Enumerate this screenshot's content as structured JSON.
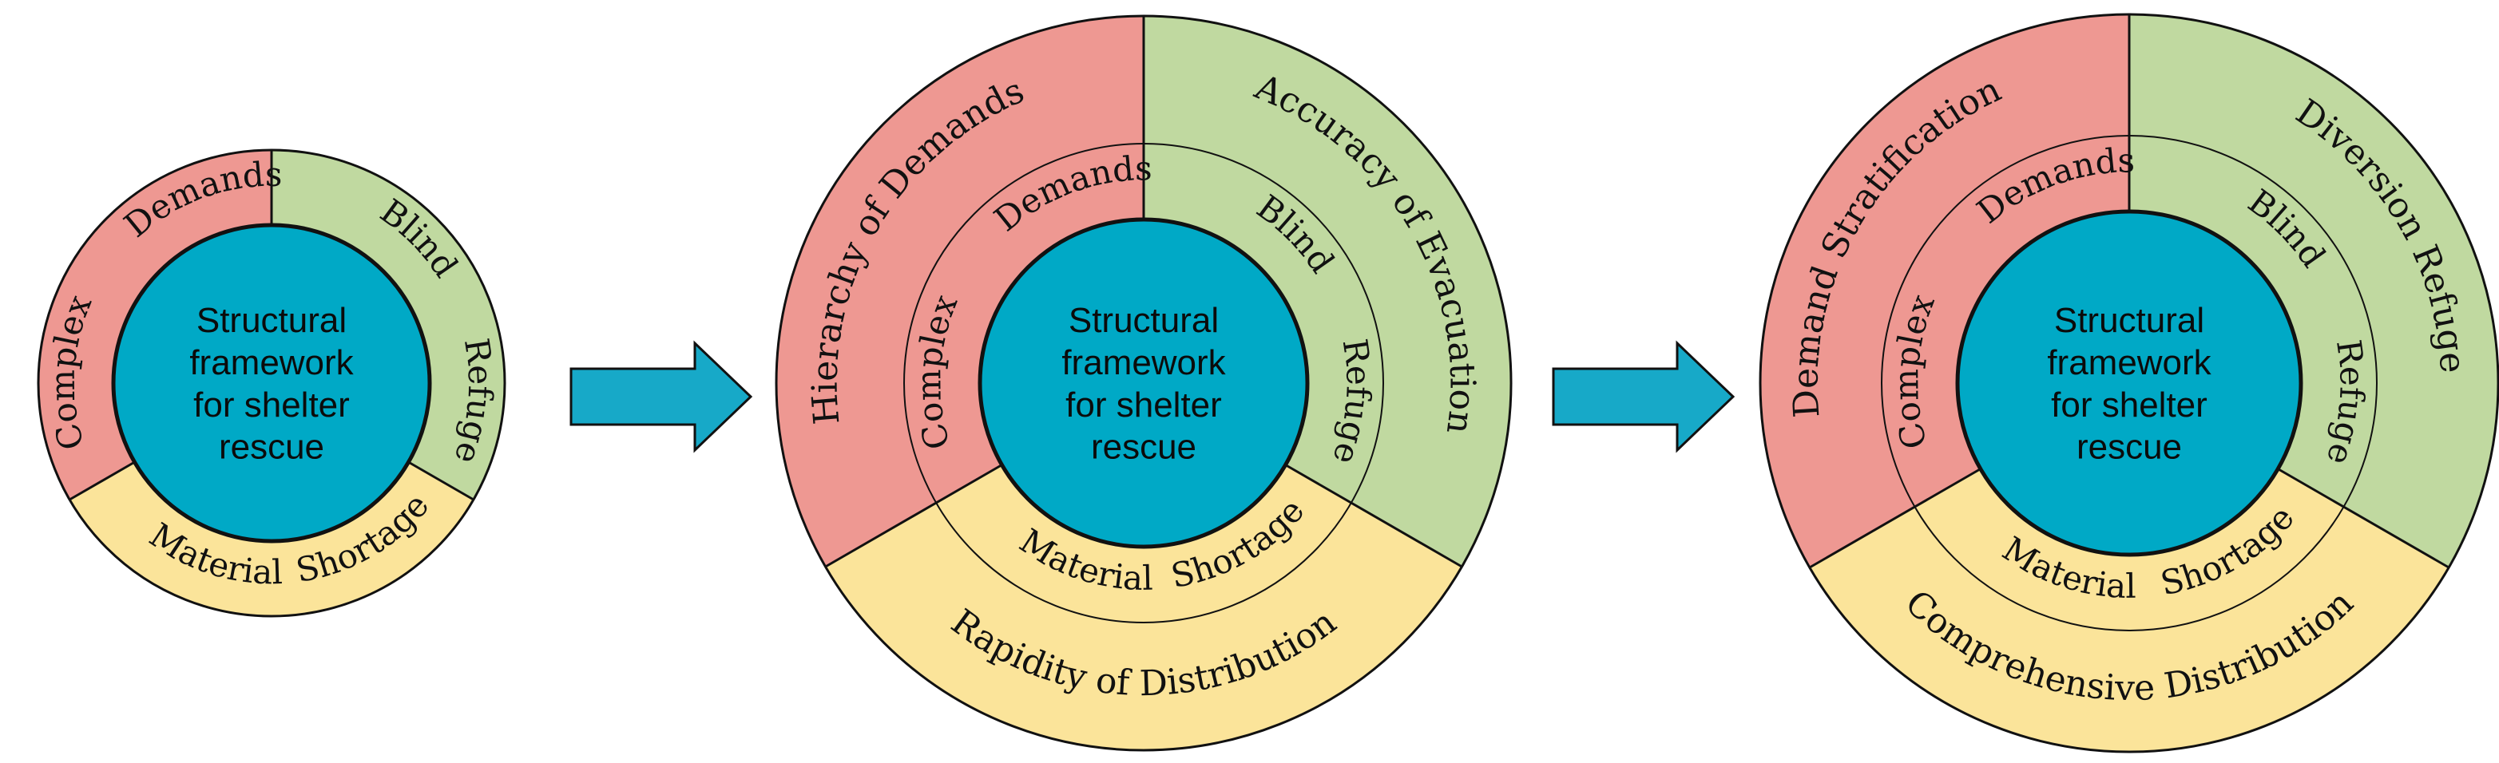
{
  "colors": {
    "center": "#00a9c6",
    "red": "#ee9892",
    "green": "#c0d9a0",
    "yellow": "#fbe49a",
    "arrow": "#17a9c8",
    "outline": "#111111"
  },
  "diagrams": [
    {
      "center_lines": [
        "Structural",
        "framework",
        "for shelter",
        "rescue"
      ],
      "inner": {
        "red_labels": [
          "Complex",
          "Demands"
        ],
        "green_labels": [
          "Blind",
          "Refuge"
        ],
        "yellow_labels": [
          "Material",
          "Shortage"
        ]
      }
    },
    {
      "center_lines": [
        "Structural",
        "framework",
        "for shelter",
        "rescue"
      ],
      "inner": {
        "red_labels": [
          "Complex",
          "Demands"
        ],
        "green_labels": [
          "Blind",
          "Refuge"
        ],
        "yellow_labels": [
          "Material",
          "Shortage"
        ]
      },
      "outer": {
        "red_label": "Hierarchy of Demands",
        "green_label": "Accuracy of Evacuation",
        "yellow_label": "Rapidity of Distribution"
      }
    },
    {
      "center_lines": [
        "Structural",
        "framework",
        "for shelter",
        "rescue"
      ],
      "inner": {
        "red_labels": [
          "Complex",
          "Demands"
        ],
        "green_labels": [
          "Blind",
          "Refuge"
        ],
        "yellow_labels": [
          "Material",
          "Shortage"
        ]
      },
      "outer": {
        "red_label": "Demand Stratification",
        "green_label": "Diversion Refuge",
        "yellow_label": "Comprehensive Distribution"
      }
    }
  ],
  "arrows": [
    {
      "name": "arrow-1"
    },
    {
      "name": "arrow-2"
    }
  ]
}
